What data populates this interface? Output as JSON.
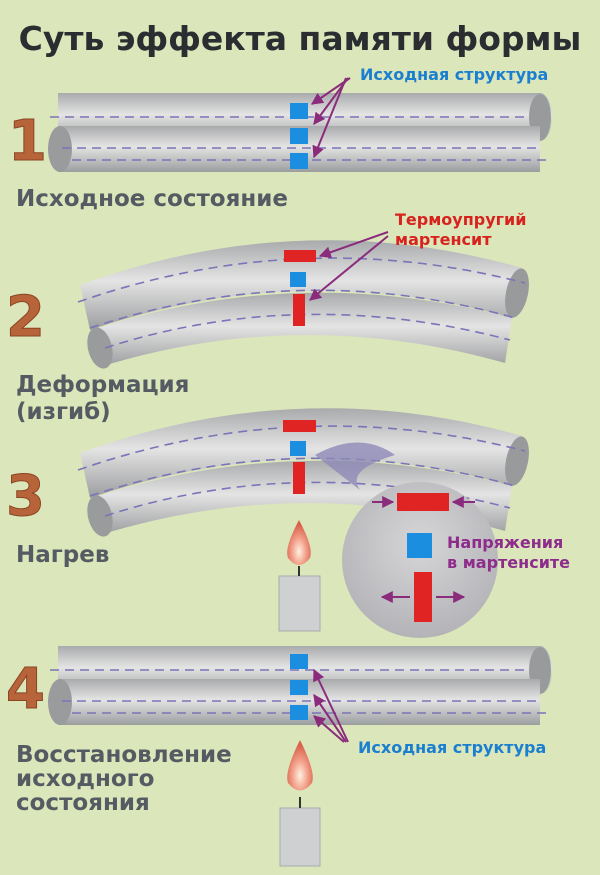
{
  "title": "Суть эффекта памяти формы",
  "colors": {
    "background": "#dbe6bb",
    "number": "#b8643a",
    "blue": "#1b7fd0",
    "red": "#d8221e",
    "purple": "#8e2c8c"
  },
  "stages": [
    {
      "number": "1",
      "label_lines": [
        "Исходное состояние"
      ],
      "callout": [
        "Исходная структура"
      ]
    },
    {
      "number": "2",
      "label_lines": [
        "Деформация",
        "(изгиб)"
      ],
      "callout": [
        "Термоупругий",
        "мартенсит"
      ]
    },
    {
      "number": "3",
      "label_lines": [
        "Нагрев"
      ],
      "callout": [
        "Напряжения",
        "в мартенсите"
      ]
    },
    {
      "number": "4",
      "label_lines": [
        "Восстановление",
        "исходного",
        "состояния"
      ],
      "callout": [
        "Исходная структура"
      ]
    }
  ]
}
